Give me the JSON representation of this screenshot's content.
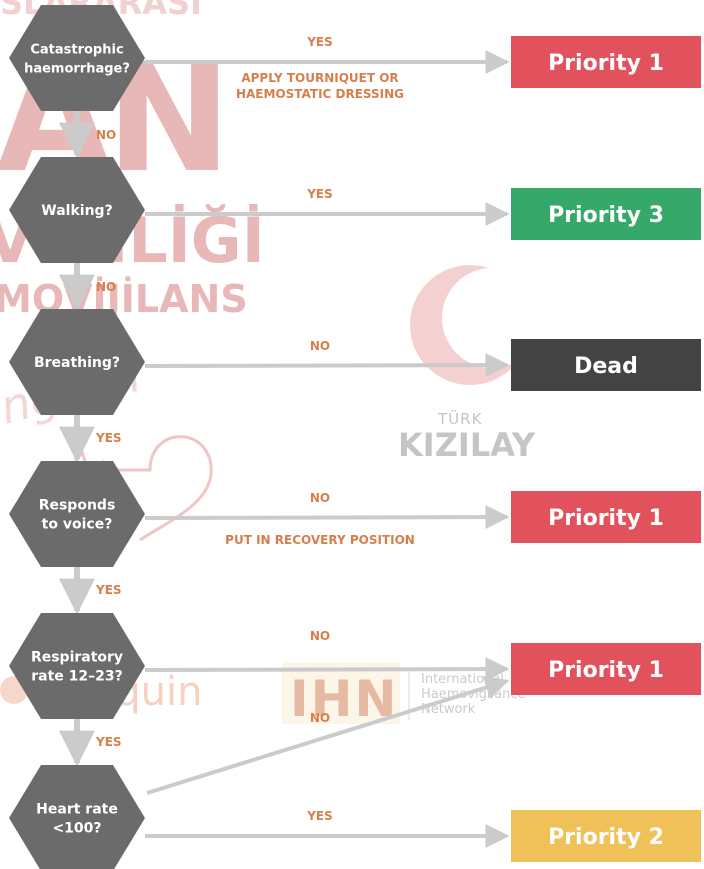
{
  "colors": {
    "hex": "#6b6b6b",
    "arrow": "#cbcbcb",
    "label": "#d77f4c",
    "priority1": "#e1525c",
    "priority3": "#35a86a",
    "dead": "#444444",
    "priority2": "#f0c158"
  },
  "steps": [
    {
      "question": [
        "Catastrophic",
        "haemorrhage?"
      ]
    },
    {
      "question": [
        "Walking?"
      ]
    },
    {
      "question": [
        "Breathing?"
      ]
    },
    {
      "question": [
        "Responds",
        "to voice?"
      ]
    },
    {
      "question": [
        "Respiratory",
        "rate 12–23?"
      ]
    },
    {
      "question": [
        "Heart rate",
        "<100?"
      ]
    }
  ],
  "vertical_labels": [
    "NO",
    "NO",
    "YES",
    "YES",
    "YES"
  ],
  "branches": [
    {
      "label": "YES",
      "note": [
        "APPLY TOURNIQUET OR",
        "HAEMOSTATIC DRESSING"
      ]
    },
    {
      "label": "YES",
      "note": []
    },
    {
      "label": "NO",
      "note": []
    },
    {
      "label": "NO",
      "note": [
        "PUT IN RECOVERY POSITION"
      ]
    },
    {
      "label": "NO",
      "note": []
    },
    {
      "label": "YES",
      "note": []
    }
  ],
  "diagonal_label": "NO",
  "outcomes": [
    {
      "text": "Priority 1",
      "color": "#e1525c"
    },
    {
      "text": "Priority 3",
      "color": "#35a86a"
    },
    {
      "text": "Dead",
      "color": "#444444"
    },
    {
      "text": "Priority 1",
      "color": "#e1525c"
    },
    {
      "text": "Priority 1",
      "color": "#e1525c"
    },
    {
      "text": "Priority 2",
      "color": "#f0c158"
    }
  ],
  "watermarks": {
    "line1": "SLARARASI",
    "line2": "AN",
    "line3": "VENLİĞİ",
    "line4": "MOVİJİLANS",
    "script": "ngresi",
    "kizilay_small": "TÜRK",
    "kizilay": "KIZILAY",
    "sanquin": "Sanquin",
    "ihn": "IHN",
    "ihn_caption": [
      "International",
      "Haemovigilance",
      "Network"
    ]
  }
}
